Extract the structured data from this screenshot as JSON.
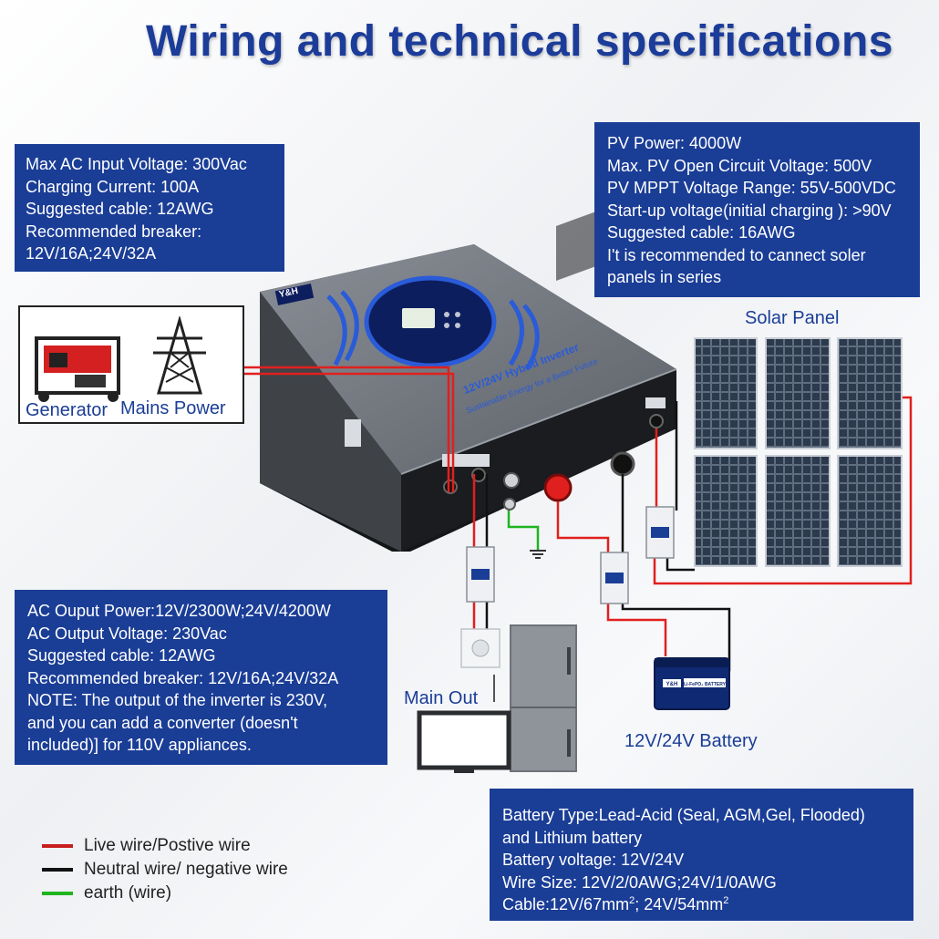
{
  "title": "Wiring and technical specifications",
  "ac_input": {
    "lines": [
      "Max AC Input Voltage: 300Vac",
      "Charging Current: 100A",
      "Suggested cable: 12AWG",
      "Recommended breaker:",
      "12V/16A;24V/32A"
    ]
  },
  "pv": {
    "lines": [
      "PV Power: 4000W",
      "Max. PV Open Circuit Voltage: 500V",
      "PV MPPT Voltage Range: 55V-500VDC",
      "Start-up voltage(initial charging ): >90V",
      "Suggested cable: 16AWG",
      "I't is recommended to cannect soler",
      "panels in series"
    ]
  },
  "ac_output": {
    "lines": [
      "AC Ouput Power:12V/2300W;24V/4200W",
      "AC Output Voltage: 230Vac",
      "Suggested cable: 12AWG",
      "Recommended breaker: 12V/16A;24V/32A",
      "NOTE: The output of the inverter is 230V,",
      "and you can add a converter (doesn't",
      "included)] for 110V appliances."
    ]
  },
  "battery_spec": {
    "lines": [
      "Battery Type:Lead-Acid (Seal, AGM,Gel, Flooded)",
      "and Lithium battery",
      "Battery voltage: 12V/24V",
      "Wire Size: 12V/2/0AWG;24V/1/0AWG"
    ],
    "cable_prefix": "Cable:12V/67mm",
    "cable_mid": "; 24V/54mm",
    "cable_sup": "2"
  },
  "labels": {
    "generator": "Generator",
    "mains": "Mains Power",
    "solar_panel": "Solar Panel",
    "main_out": "Main Out",
    "battery": "12V/24V Battery"
  },
  "device": {
    "brand": "Y&H",
    "product_line1": "12V/24V Hybrid Inverter",
    "product_line2": "Sustainable Energy for a Better Future",
    "battery_brand": "Y&H",
    "battery_text": "Li-FePO₄ BATTERY"
  },
  "legend": [
    {
      "label": "Live wire/Postive wire",
      "color": "#c81e1e"
    },
    {
      "label": "Neutral wire/ negative wire",
      "color": "#111111"
    },
    {
      "label": "earth (wire)",
      "color": "#1fb51f"
    }
  ],
  "colors": {
    "box_bg": "#1a3d96",
    "title": "#1c3c99",
    "live": "#e0201e",
    "neutral": "#111111",
    "earth": "#1fb51f"
  }
}
